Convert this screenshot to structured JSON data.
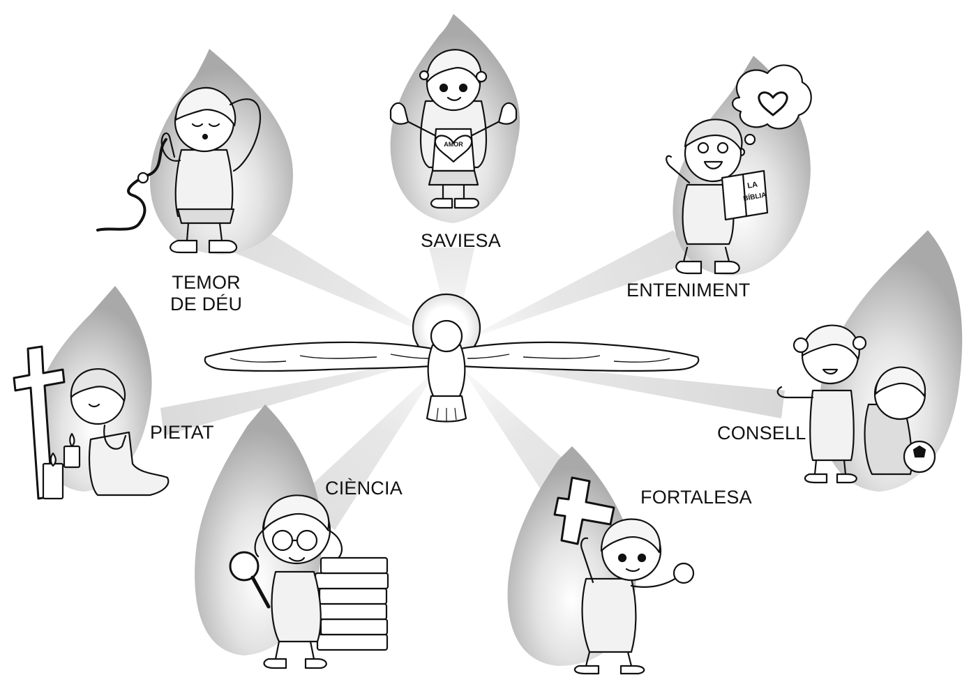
{
  "gifts": {
    "saviesa": "SAVIESA",
    "temor_line1": "TEMOR",
    "temor_line2": "DE DÉU",
    "enteniment": "ENTENIMENT",
    "pietat": "PIETAT",
    "consell": "CONSELL",
    "ciencia": "CIÈNCIA",
    "fortalesa": "FORTALESA"
  },
  "inscriptions": {
    "heart_text": "AMOR",
    "book_text_1": "LA",
    "book_text_2": "BÍBLIA"
  },
  "colors": {
    "ink": "#111111",
    "flame": "#bdbdbd",
    "background": "#ffffff"
  }
}
